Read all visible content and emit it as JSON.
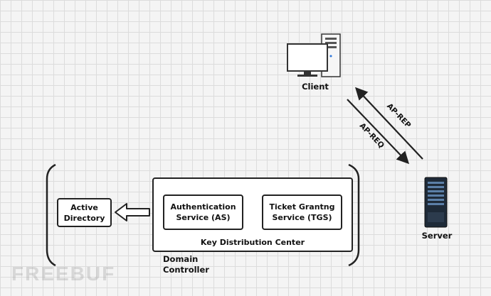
{
  "nodes": {
    "client": "Client",
    "server": "Server",
    "active_directory": "Active\nDirectory",
    "authentication_service": "Authentication\nService (AS)",
    "ticket_granting_service": "Ticket Grantng\nService (TGS)",
    "kdc": "Key Distribution Center",
    "domain_controller": "Domain Controller"
  },
  "edges": {
    "ap_rep": "AP-REP",
    "ap_req": "AP-REQ"
  },
  "icons": [
    "desktop-computer-icon",
    "rack-server-icon",
    "hollow-arrow-left-icon"
  ],
  "watermark": "FREEBUF"
}
